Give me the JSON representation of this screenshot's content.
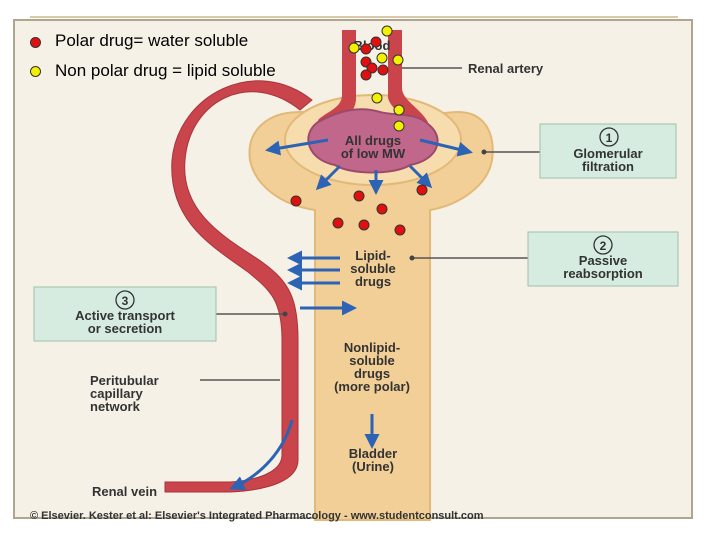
{
  "legend": {
    "polar": {
      "label": "Polar drug= water soluble",
      "color": "#e01010"
    },
    "nonpolar": {
      "label": "Non polar drug = lipid soluble",
      "color": "#f2f200"
    }
  },
  "diagram": {
    "blood": "Blood",
    "renal_artery": "Renal artery",
    "all_drugs_1": "All drugs",
    "all_drugs_2": "of low MW",
    "box1_num": "1",
    "box1_line1": "Glomerular",
    "box1_line2": "filtration",
    "lipid_1": "Lipid-",
    "lipid_2": "soluble",
    "lipid_3": "drugs",
    "box2_num": "2",
    "box2_line1": "Passive",
    "box2_line2": "reabsorption",
    "box3_num": "3",
    "box3_line1": "Active transport",
    "box3_line2": "or secretion",
    "nonlipid_1": "Nonlipid-",
    "nonlipid_2": "soluble",
    "nonlipid_3": "drugs",
    "nonlipid_4": "(more polar)",
    "peri_1": "Peritubular",
    "peri_2": "capillary",
    "peri_3": "network",
    "bladder_1": "Bladder",
    "bladder_2": "(Urine)",
    "renal_vein": "Renal vein",
    "copyright": "© Elsevier. Kester et al: Elsevier's Integrated Pharmacology - www.studentconsult.com"
  },
  "colors": {
    "tubule": "#f2cf96",
    "vessel": "#c9454b",
    "glomerulus": "#c2678c",
    "callout_box": "#d7ece0",
    "arrow": "#2c63b5",
    "frame": "#f6f1e7"
  }
}
